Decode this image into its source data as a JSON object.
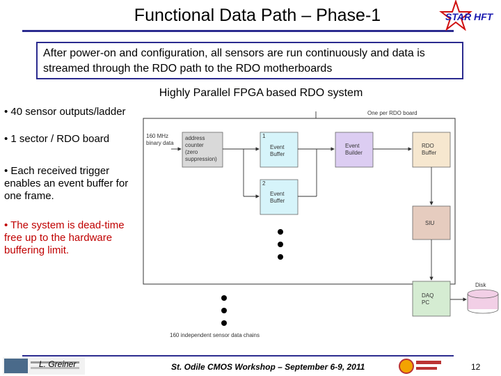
{
  "header": {
    "title": "Functional Data Path – Phase-1",
    "logo_text": "STAR HFT"
  },
  "intro": {
    "text": "After power-on and configuration, all sensors are run continuously and data is streamed through the RDO path to the RDO motherboards"
  },
  "section_heading": "Highly Parallel FPGA based RDO system",
  "bullets": [
    "• 40 sensor outputs/ladder",
    "• 1 sector / RDO board",
    "• Each received trigger enables an event buffer for one frame.",
    "• The system is dead-time free up to the hardware buffering limit."
  ],
  "diagram": {
    "board_label": "One per RDO board",
    "input_label_1": "160 MHz",
    "input_label_2": "binary data",
    "address_counter": [
      "address",
      "counter",
      "(zero",
      "suppression)"
    ],
    "buffer1_num": "1",
    "buffer1_label": [
      "Event",
      "Buffer"
    ],
    "buffer2_num": "2",
    "buffer2_label": [
      "Event",
      "Buffer"
    ],
    "event_builder": [
      "Event",
      "Builder"
    ],
    "rdo_buffer": [
      "RDO",
      "Buffer"
    ],
    "siu": "SIU",
    "daq_pc": [
      "DAQ",
      "PC"
    ],
    "disk": "Disk",
    "chains_label": "160 independent sensor data chains"
  },
  "footer": {
    "author": "L. Greiner",
    "workshop": "St. Odile CMOS Workshop – September 6-9, 2011",
    "page": "12"
  },
  "colors": {
    "rule": "#2b2b8f",
    "address_counter": "#d9d9d9",
    "event_buffer": "#d6f4fa",
    "event_builder": "#dccdf2",
    "rdo_buffer": "#f6e7cf",
    "siu": "#e6ccbf",
    "daq_pc": "#d5ecd2",
    "disk": "#f2cfe6",
    "bullet_highlight": "#c00000"
  }
}
